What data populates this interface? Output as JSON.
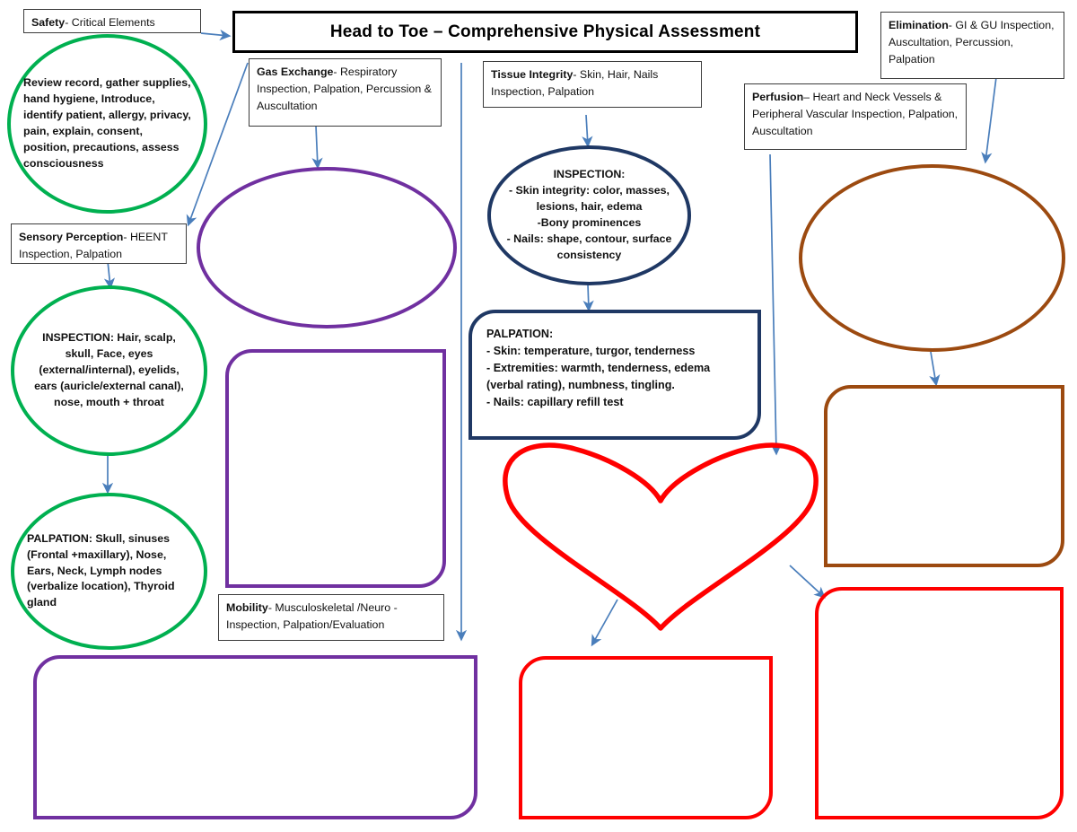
{
  "title": {
    "text": "Head to Toe – Comprehensive Physical Assessment"
  },
  "labels": {
    "safety": {
      "bold": "Safety",
      "rest": "- Critical Elements"
    },
    "sensory": {
      "bold": "Sensory Perception",
      "rest": "- HEENT Inspection, Palpation"
    },
    "gas_exchange": {
      "bold": "Gas Exchange",
      "rest": "- Respiratory Inspection, Palpation, Percussion & Auscultation"
    },
    "mobility": {
      "bold": "Mobility",
      "rest": "- Musculoskeletal /Neuro - Inspection, Palpation/Evaluation"
    },
    "tissue_integrity": {
      "bold": "Tissue Integrity",
      "rest": "- Skin, Hair, Nails Inspection, Palpation"
    },
    "perfusion": {
      "bold": "Perfusion",
      "rest": "– Heart and Neck Vessels & Peripheral Vascular Inspection, Palpation, Auscultation"
    },
    "elimination": {
      "bold": "Elimination",
      "rest": "- GI & GU Inspection, Auscultation, Percussion, Palpation"
    }
  },
  "shapes": {
    "safety_ellipse": {
      "text": "Review record, gather supplies, hand hygiene, Introduce, identify patient, allergy, privacy, pain, explain, consent, position, precautions, assess consciousness",
      "color": "#00B050"
    },
    "heent_inspection_ellipse": {
      "text": "INSPECTION:  Hair, scalp, skull, Face, eyes (external/internal), eyelids, ears (auricle/external canal), nose, mouth + throat",
      "color": "#00B050"
    },
    "heent_palpation_ellipse": {
      "text": "PALPATION: Skull, sinuses (Frontal +maxillary), Nose, Ears, Neck, Lymph nodes (verbalize location), Thyroid gland",
      "color": "#00B050"
    },
    "gas_exchange_ellipse": {
      "text": "",
      "color": "#7030A0"
    },
    "gas_exchange_rect": {
      "text": "",
      "color": "#7030A0"
    },
    "mobility_rect": {
      "text": "",
      "color": "#7030A0"
    },
    "tissue_inspection_ellipse": {
      "text": "INSPECTION:\n- Skin integrity: color, masses, lesions, hair, edema\n-Bony prominences\n- Nails: shape, contour, surface consistency",
      "color": "#1F3864"
    },
    "tissue_palpation_rect": {
      "text": "PALPATION:\n- Skin: temperature, turgor, tenderness\n- Extremities: warmth, tenderness, edema (verbal rating), numbness, tingling.\n- Nails: capillary refill test",
      "color": "#1F3864"
    },
    "perfusion_heart": {
      "text": "",
      "color": "#FF0000"
    },
    "perfusion_rect": {
      "text": "",
      "color": "#FF0000"
    },
    "elimination_ellipse": {
      "text": "",
      "color": "#9C4A10"
    },
    "elimination_rect": {
      "text": "",
      "color": "#9C4A10"
    },
    "bottom_right_rect": {
      "text": "",
      "color": "#FF0000"
    }
  },
  "tissue_inspection_lines": [
    "INSPECTION:",
    "- Skin integrity: color, masses,",
    "lesions, hair, edema",
    "-Bony prominences",
    "- Nails: shape, contour, surface",
    "consistency"
  ],
  "tissue_palpation_lines": [
    "PALPATION:",
    "- Skin: temperature, turgor, tenderness",
    "- Extremities: warmth, tenderness, edema",
    "(verbal rating), numbness, tingling.",
    "- Nails: capillary refill test"
  ],
  "colors": {
    "green": "#00B050",
    "purple": "#7030A0",
    "navy": "#1F3864",
    "red": "#FF0000",
    "brown": "#9C4A10",
    "arrow": "#4A7EBB",
    "label_border": "#3b3b3b",
    "title_border": "#000000"
  },
  "arrow_count": 10
}
